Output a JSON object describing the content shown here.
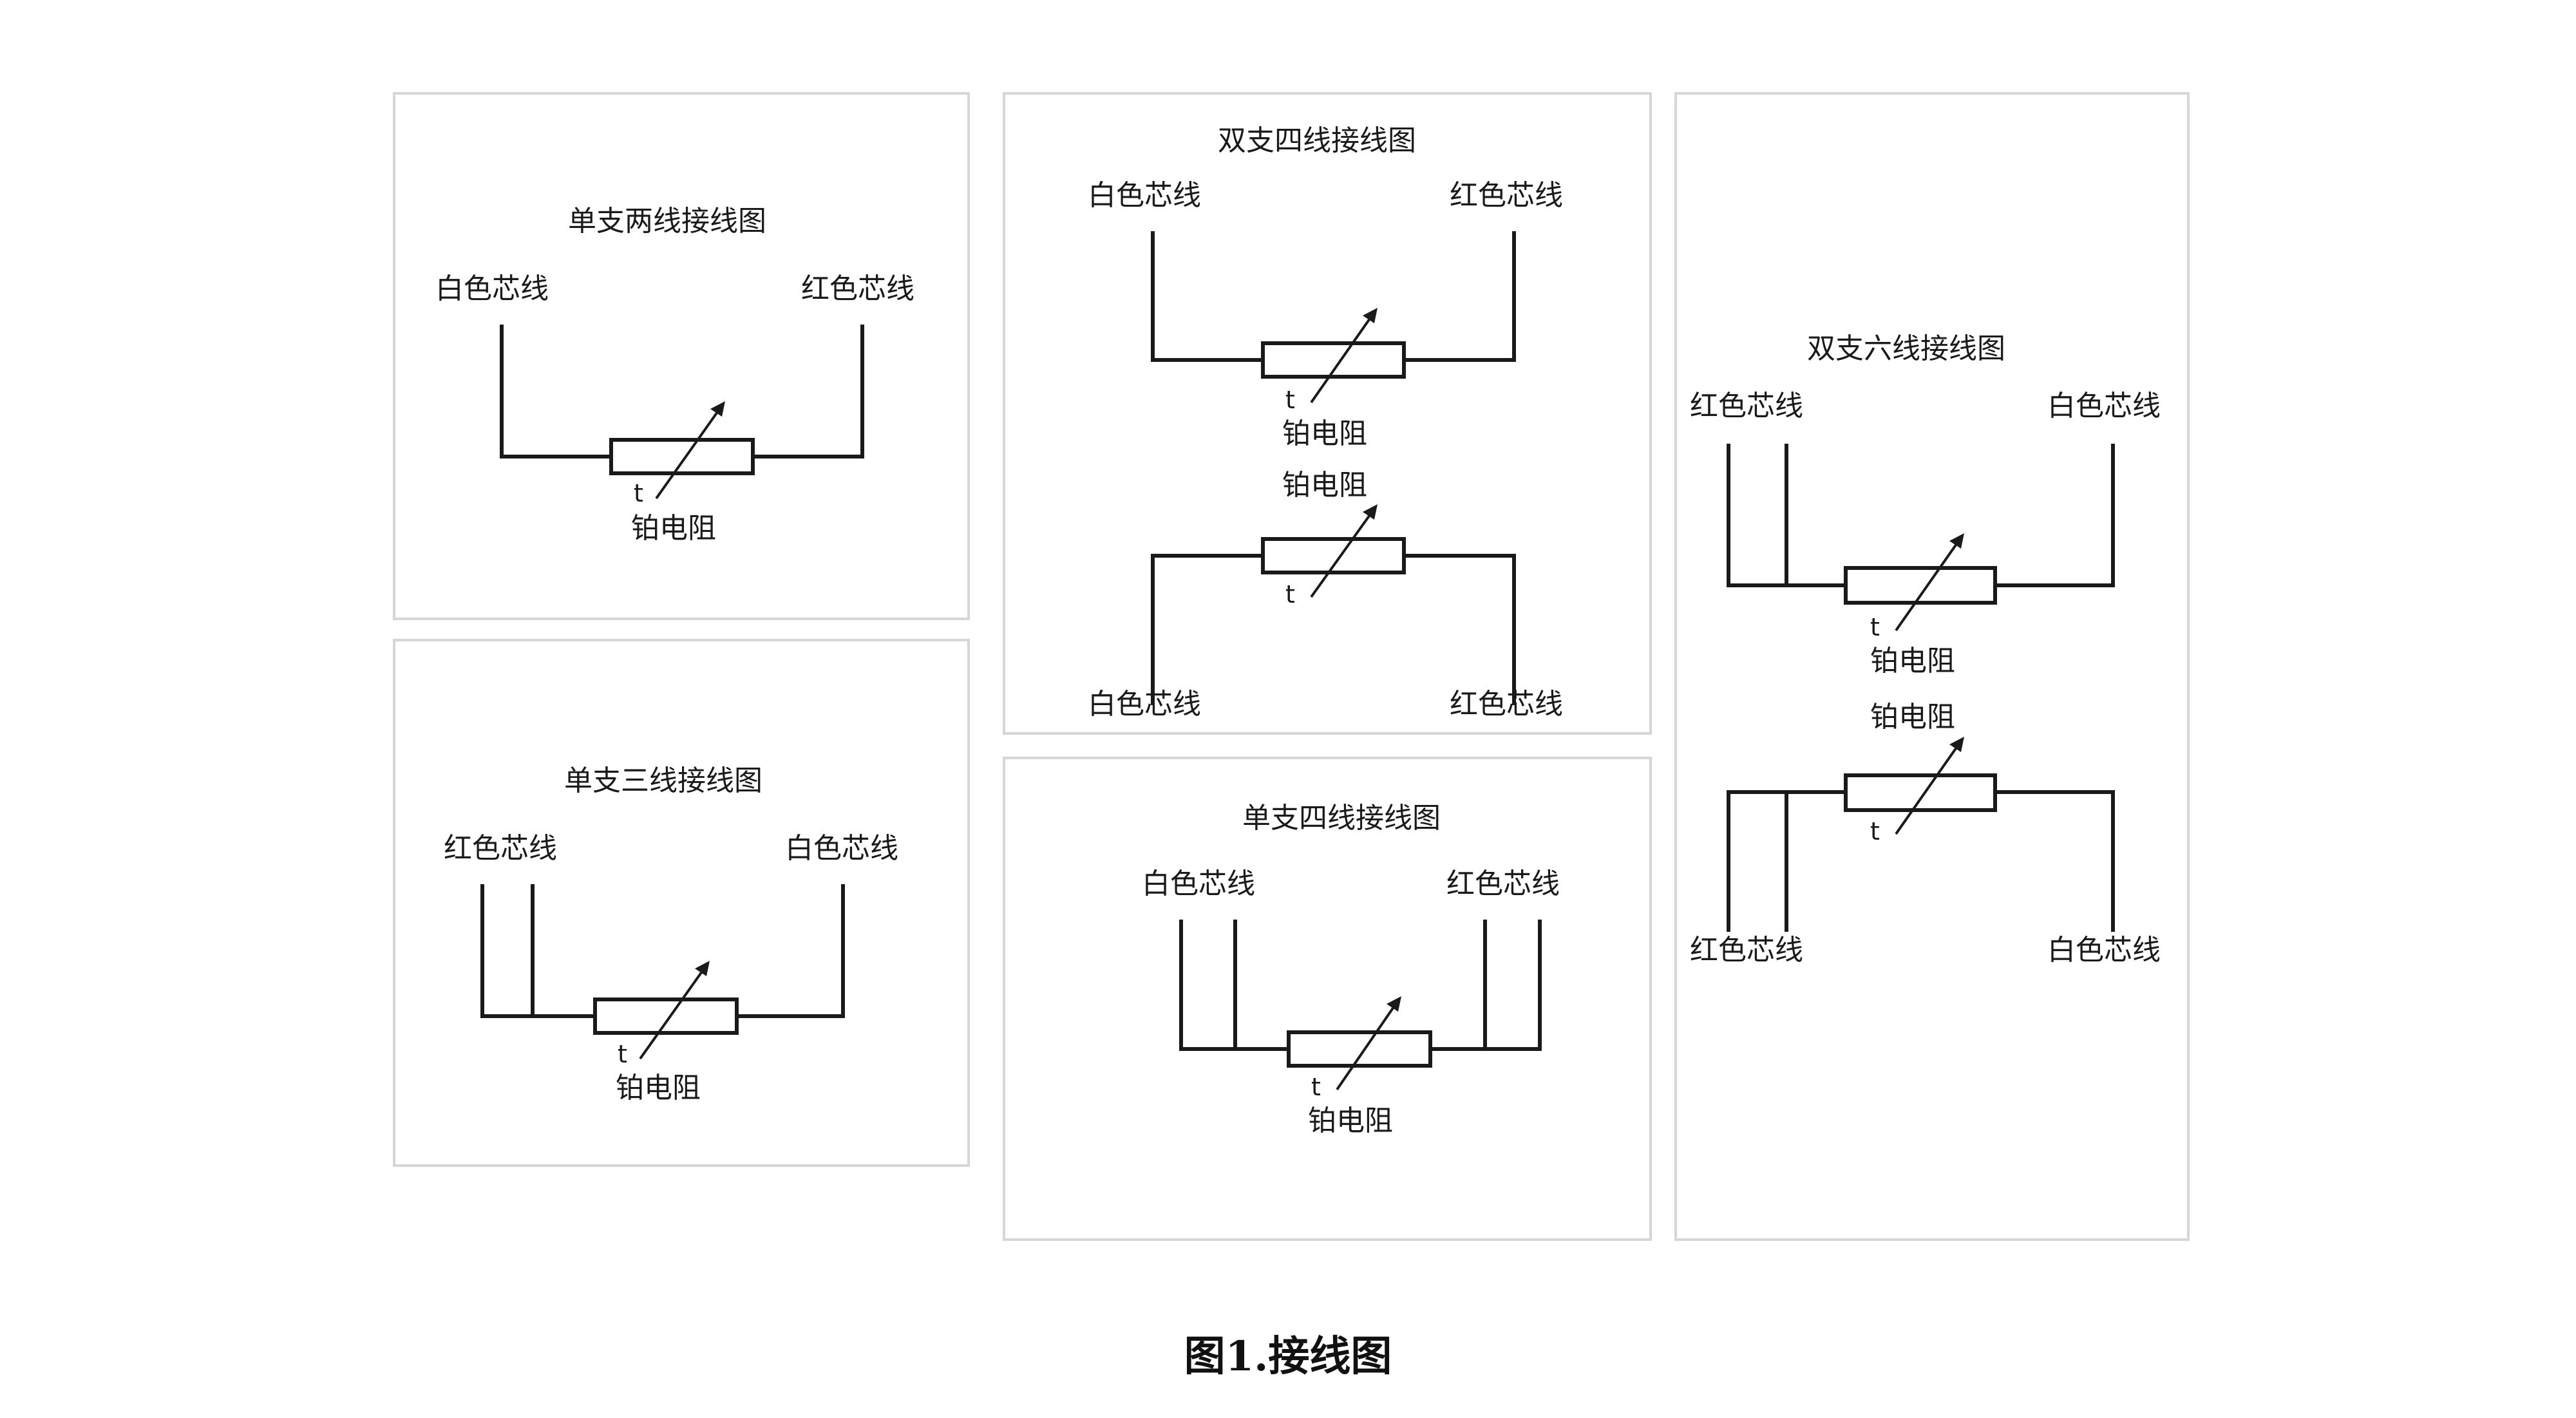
{
  "caption": "图1.接线图",
  "labels": {
    "white_wire": "白色芯线",
    "red_wire": "红色芯线",
    "resistor": "铂电阻",
    "temp_symbol": "t"
  },
  "panels": {
    "single_two": {
      "title": "单支两线接线图"
    },
    "single_three": {
      "title": "单支三线接线图"
    },
    "double_four": {
      "title": "双支四线接线图"
    },
    "single_four": {
      "title": "单支四线接线图"
    },
    "double_six": {
      "title": "双支六线接线图"
    }
  }
}
